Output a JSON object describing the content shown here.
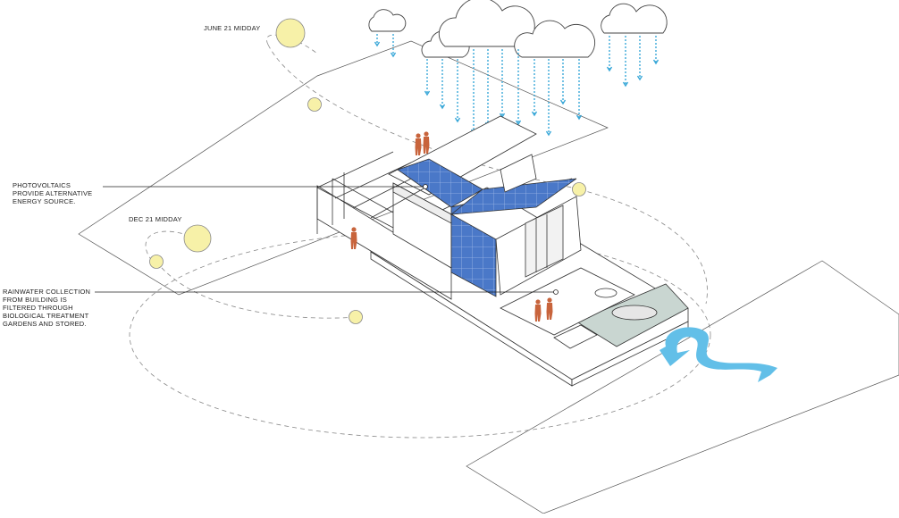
{
  "labels": {
    "june": "JUNE 21 MIDDAY",
    "dec": "DEC 21 MIDDAY",
    "pv": [
      "PHOTOVOLTAICS",
      "PROVIDE ALTERNATIVE",
      "ENERGY SOURCE."
    ],
    "rain": [
      "RAINWATER COLLECTION",
      "FROM BUILDING IS",
      "FILTERED THROUGH",
      "BIOLOGICAL TREATMENT",
      "GARDENS AND STORED."
    ]
  },
  "colors": {
    "sun": "#f7f1a8",
    "rain": "#3aa8d8",
    "solar_panel": "#4a78c8",
    "figures": "#c8643c",
    "water_flow": "#62bfe8",
    "garden": "#c9d6d1",
    "lines": "#333333"
  }
}
